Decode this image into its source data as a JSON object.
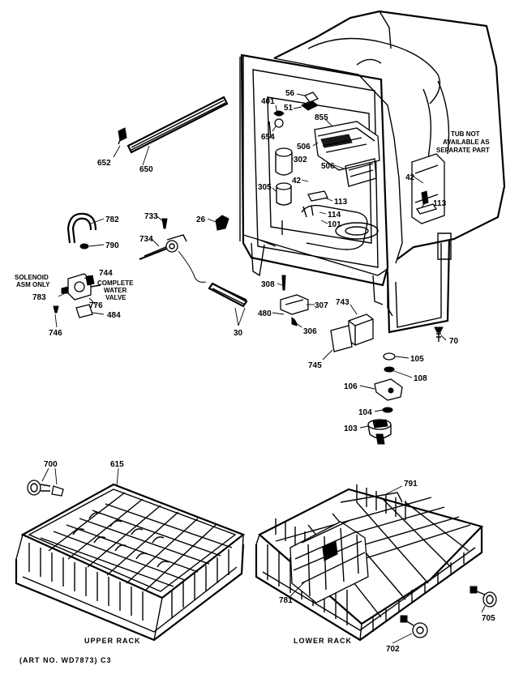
{
  "parts": {
    "p652": "652",
    "p650": "650",
    "p782": "782",
    "p790": "790",
    "p733": "733",
    "p734": "734",
    "p26": "26",
    "p744": "744",
    "p783": "783",
    "p776": "776",
    "p484": "484",
    "p746": "746",
    "p30": "30",
    "p401": "401",
    "p56": "56",
    "p51": "51",
    "p855": "855",
    "p654": "654",
    "p506a": "506",
    "p302": "302",
    "p506b": "506",
    "p42a": "42",
    "p305": "305",
    "p113a": "113",
    "p114": "114",
    "p101": "101",
    "p42b": "42",
    "p113b": "113",
    "p308": "308",
    "p307": "307",
    "p480": "480",
    "p306": "306",
    "p743": "743",
    "p745": "745",
    "p70": "70",
    "p105": "105",
    "p108": "108",
    "p106": "106",
    "p104": "104",
    "p103": "103",
    "p700": "700",
    "p615": "615",
    "p791": "791",
    "p781": "781",
    "p705": "705",
    "p702": "702"
  },
  "notes": {
    "solenoid_1": "SOLENOID",
    "solenoid_2": "ASM ONLY",
    "complete_1": "COMPLETE",
    "complete_2": "WATER",
    "complete_3": "VALVE",
    "tub_1": "TUB NOT",
    "tub_2": "AVAILABLE AS",
    "tub_3": "SEPARATE PART"
  },
  "captions": {
    "upper_rack": "UPPER RACK",
    "lower_rack": "LOWER RACK",
    "art_no": "(ART NO. WD7873) C3"
  }
}
